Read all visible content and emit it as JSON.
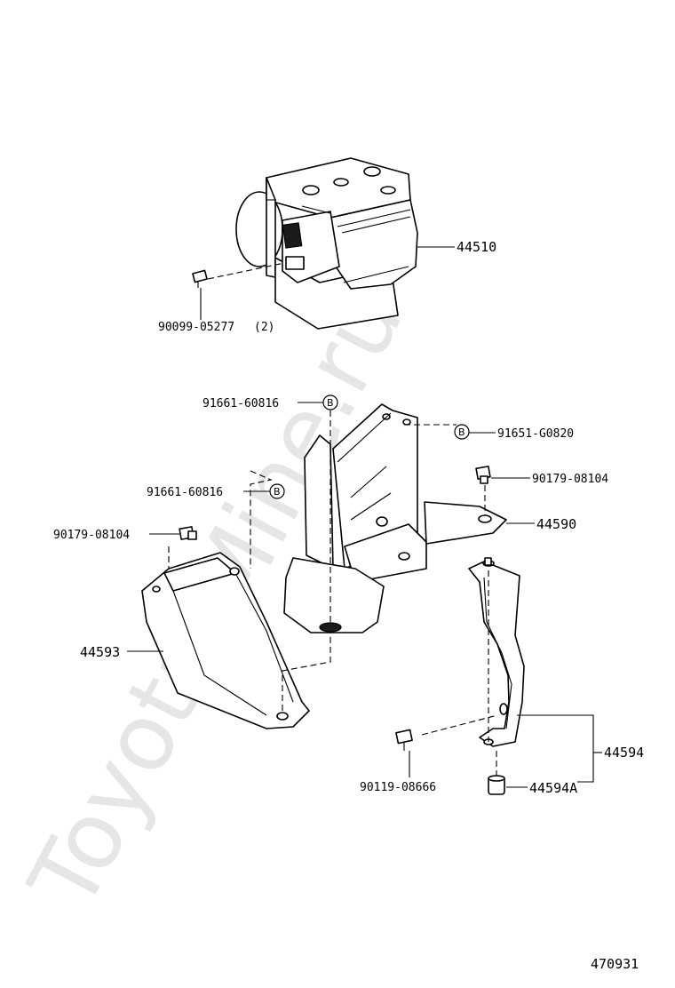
{
  "watermark": "Toyota-Mine.ru",
  "callout_marker": "B",
  "parts": {
    "p44510": "44510",
    "p90099_05277": "90099-05277",
    "p90099_05277_qty": "(2)",
    "p91661_60816_a": "91661-60816",
    "p91651_g0820": "91651-G0820",
    "p91661_60816_b": "91661-60816",
    "p90179_08104_a": "90179-08104",
    "p90179_08104_b": "90179-08104",
    "p44590": "44590",
    "p44593": "44593",
    "p90119_08666": "90119-08666",
    "p44594": "44594",
    "p44594a": "44594A"
  },
  "diagram_number": "470931"
}
